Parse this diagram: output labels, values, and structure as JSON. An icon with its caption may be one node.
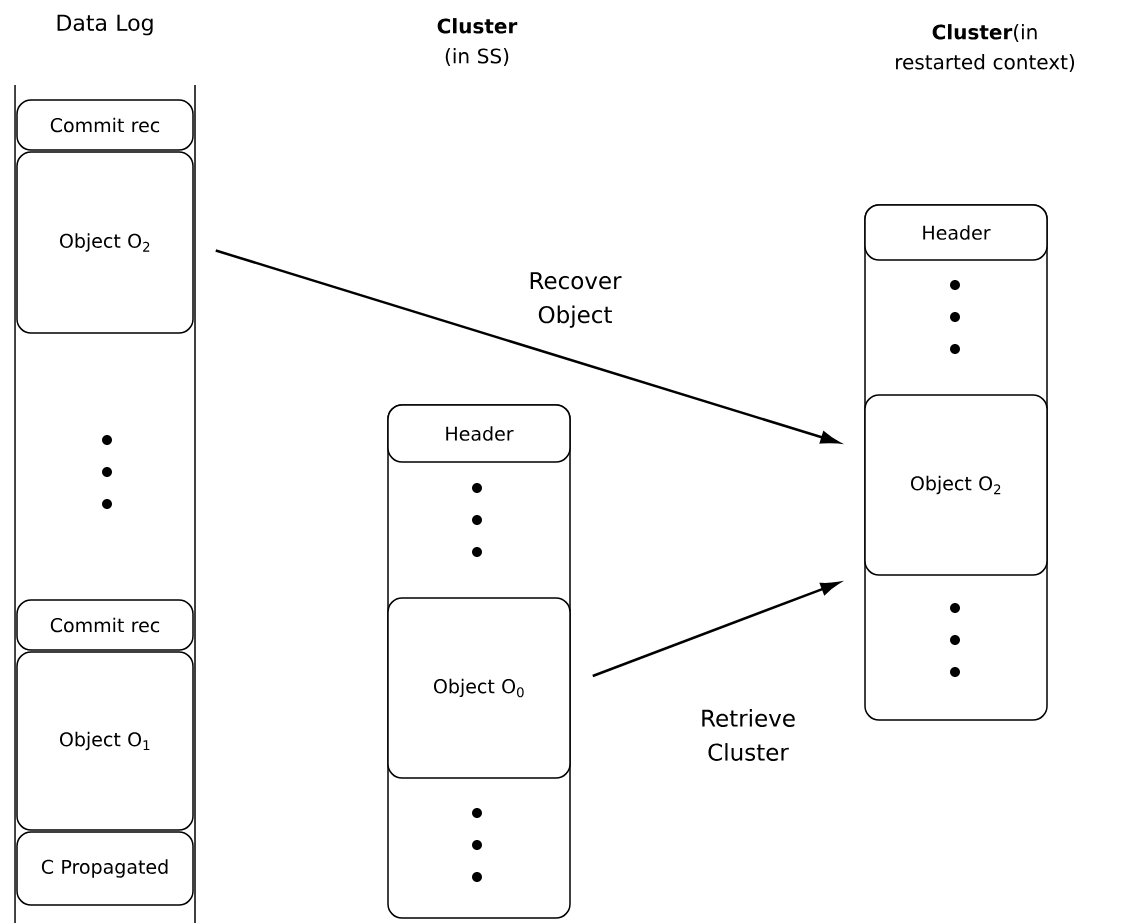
{
  "diagram": {
    "nodes": [
      {
        "text": [
          "Data Log"
        ]
      },
      {
        "text": [
          "Commit rec"
        ],
        "in": 0
      },
      {
        "text": [
          "Object O$_{2}$"
        ],
        "in": 0
      },
      {
        "text": [
          "Commit rec"
        ],
        "in": 0
      },
      {
        "text": [
          "Object O$_{1}$"
        ],
        "in": 0
      },
      {
        "text": [
          "C Propagated"
        ],
        "in": 0
      },
      {
        "text": [],
        "shape": "box"
      },
      {
        "text": [
          "Header"
        ],
        "in": 6
      },
      {
        "text": [
          "Object O$_{0}$"
        ],
        "in": 6
      },
      {
        "text": [],
        "shape": "box"
      },
      {
        "text": [
          "Header"
        ],
        "in": 9
      },
      {
        "text": [
          "Object O$_{2}$"
        ],
        "in": 9
      }
    ],
    "labels": [
      "**Cluster** (in SS)",
      "**Cluster**(in restarted context)"
    ],
    "edges": [
      {
        "from": 2,
        "to": 11,
        "arrow": "to",
        "label": "Recover Object"
      },
      {
        "from": 8,
        "to": 11,
        "arrow": "to",
        "label": "Retrieve Cluster"
      }
    ]
  }
}
